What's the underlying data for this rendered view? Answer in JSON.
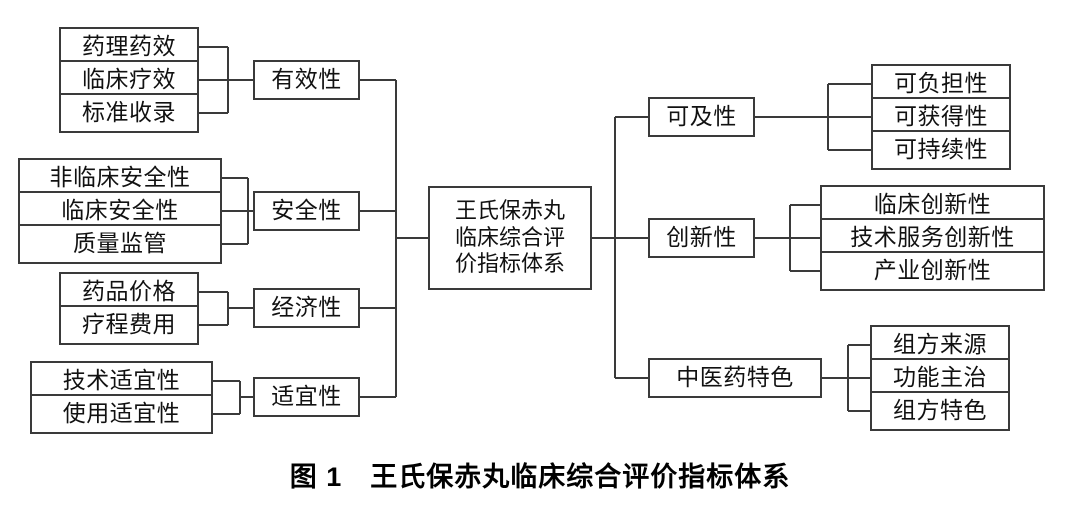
{
  "figure": {
    "caption_label": "图 1",
    "caption_title": "王氏保赤丸临床综合评价指标体系"
  },
  "root": {
    "name": "root-node",
    "lines": [
      "王氏保赤丸",
      "临床综合评",
      "价指标体系"
    ],
    "full_text": "王氏保赤丸临床综合评价指标体系"
  },
  "left_branches": [
    {
      "label": "有效性",
      "children": [
        "药理药效",
        "临床疗效",
        "标准收录"
      ]
    },
    {
      "label": "安全性",
      "children": [
        "非临床安全性",
        "临床安全性",
        "质量监管"
      ]
    },
    {
      "label": "经济性",
      "children": [
        "药品价格",
        "疗程费用"
      ]
    },
    {
      "label": "适宜性",
      "children": [
        "技术适宜性",
        "使用适宜性"
      ]
    }
  ],
  "right_branches": [
    {
      "label": "可及性",
      "children": [
        "可负担性",
        "可获得性",
        "可持续性"
      ]
    },
    {
      "label": "创新性",
      "children": [
        "临床创新性",
        "技术服务创新性",
        "产业创新性"
      ]
    },
    {
      "label": "中医药特色",
      "children": [
        "组方来源",
        "功能主治",
        "组方特色"
      ]
    }
  ],
  "style": {
    "line_color": "#3a3a3a",
    "box_border": "#3a3a3a",
    "text_color": "#111111",
    "background": "#ffffff"
  }
}
